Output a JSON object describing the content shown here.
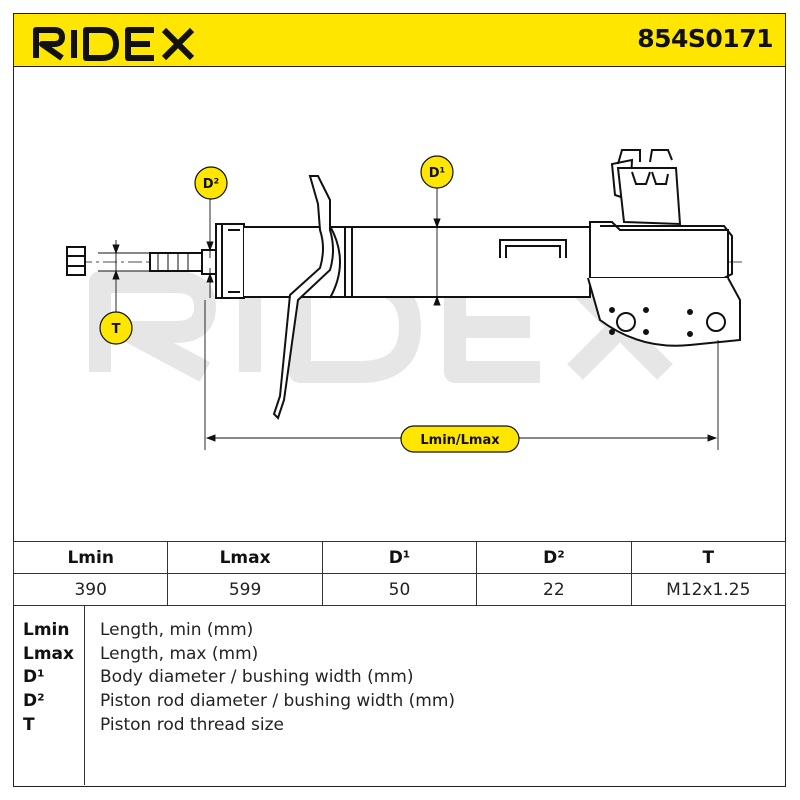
{
  "header": {
    "brand": "RIDEX",
    "part_number": "854S0171",
    "background_color": "#ffe600"
  },
  "drawing": {
    "watermark": "RIDEX",
    "labels": {
      "d2": "D²",
      "d1": "D¹",
      "t": "T",
      "length": "Lmin/Lmax"
    },
    "badge_color": "#ffe600"
  },
  "table": {
    "headers": [
      "Lmin",
      "Lmax",
      "D¹",
      "D²",
      "T"
    ],
    "values": [
      "390",
      "599",
      "50",
      "22",
      "M12x1.25"
    ]
  },
  "legend": [
    {
      "key": "Lmin",
      "desc": "Length, min (mm)"
    },
    {
      "key": "Lmax",
      "desc": "Length, max (mm)"
    },
    {
      "key": "D¹",
      "desc": "Body diameter / bushing width (mm)"
    },
    {
      "key": "D²",
      "desc": "Piston rod diameter / bushing width (mm)"
    },
    {
      "key": "T",
      "desc": "Piston rod thread size"
    }
  ]
}
